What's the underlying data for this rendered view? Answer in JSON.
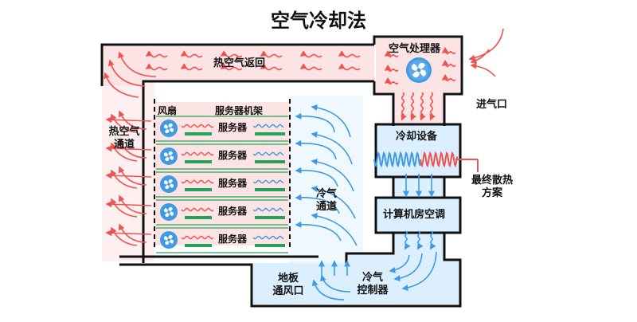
{
  "title": "空气冷却法",
  "labels": {
    "hot_air_return": "热空气返回",
    "air_handler": "空气处理器",
    "air_inlet": "进气口",
    "fan": "风扇",
    "server_rack": "服务器机架",
    "hot_aisle_line1": "热空气",
    "hot_aisle_line2": "通道",
    "cold_aisle_line1": "冷气",
    "cold_aisle_line2": "通道",
    "cooling_equipment": "冷却设备",
    "final_heat_rejection_line1": "最终散热",
    "final_heat_rejection_line2": "方案",
    "crac": "计算机房空调",
    "floor_vent_line1": "地板",
    "floor_vent_line2": "通风口",
    "cold_air_controller_line1": "冷气",
    "cold_air_controller_line2": "控制器"
  },
  "servers": [
    {
      "label": "服务器"
    },
    {
      "label": "服务器"
    },
    {
      "label": "服务器"
    },
    {
      "label": "服务器"
    },
    {
      "label": "服务器"
    }
  ],
  "colors": {
    "hot_fill": "#fde4e4",
    "cold_fill": "#dcefff",
    "hot_arrow": "#ef5350",
    "cold_arrow": "#3f9ae6",
    "wall": "#111111",
    "server_bar": "#23a35a",
    "fan": "#3f9ae6"
  }
}
